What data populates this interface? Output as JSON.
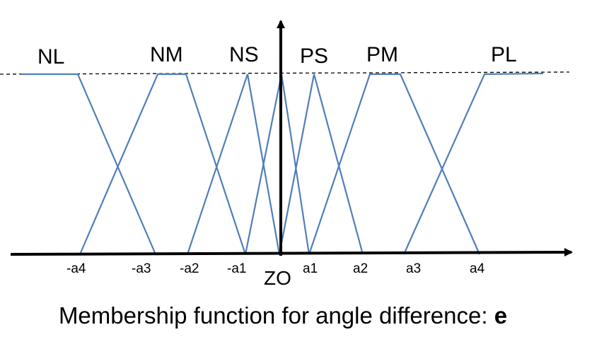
{
  "colors": {
    "membership_line": "#4F7FB8",
    "axis": "#000000",
    "reference_line": "#000000"
  },
  "sets": {
    "NL": "NL",
    "NM": "NM",
    "NS": "NS",
    "PS": "PS",
    "PM": "PM",
    "PL": "PL"
  },
  "center_label": "ZO",
  "ticks": {
    "neg_a4": "-a4",
    "neg_a3": "-a3",
    "neg_a2": "-a2",
    "neg_a1": "-a1",
    "a1": "a1",
    "a2": "a2",
    "a3": "a3",
    "a4": "a4"
  },
  "caption": {
    "text": "Membership function for angle difference: ",
    "variable": "e"
  }
}
